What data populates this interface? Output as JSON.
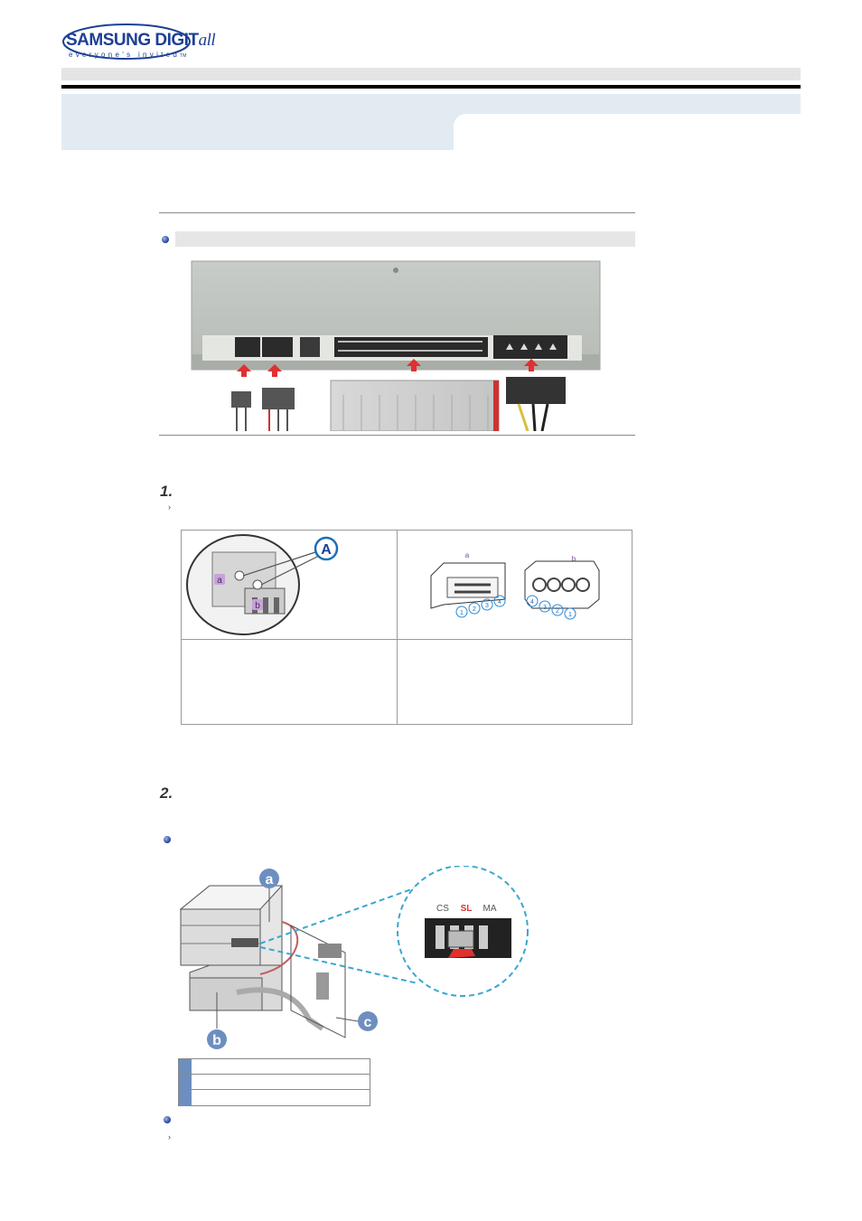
{
  "logo": {
    "brand": "SAMSUNG DIGIT",
    "brand_suffix": "all",
    "tagline": "everyone's invited",
    "tm": "TM"
  },
  "diagrams": {
    "fig_a_label": "A",
    "fig_a_sub_a": "a",
    "fig_a_sub_b": "b",
    "fig_b_label_a": "a",
    "fig_b_label_b": "b",
    "pins_a": [
      "1",
      "2",
      "3",
      "4"
    ],
    "pins_b": [
      "4",
      "3",
      "2",
      "1"
    ],
    "jumper_cs": "CS",
    "jumper_sl": "SL",
    "jumper_ma": "MA",
    "callout_a": "a",
    "callout_b": "b",
    "callout_c": "c"
  },
  "steps": {
    "step1": "1.",
    "step2": "2."
  },
  "colors": {
    "brand_blue": "#1d3f95",
    "title_band": "#e3ebf2",
    "callout_blue": "#6d8fbf",
    "arrow_red": "#e03030"
  }
}
